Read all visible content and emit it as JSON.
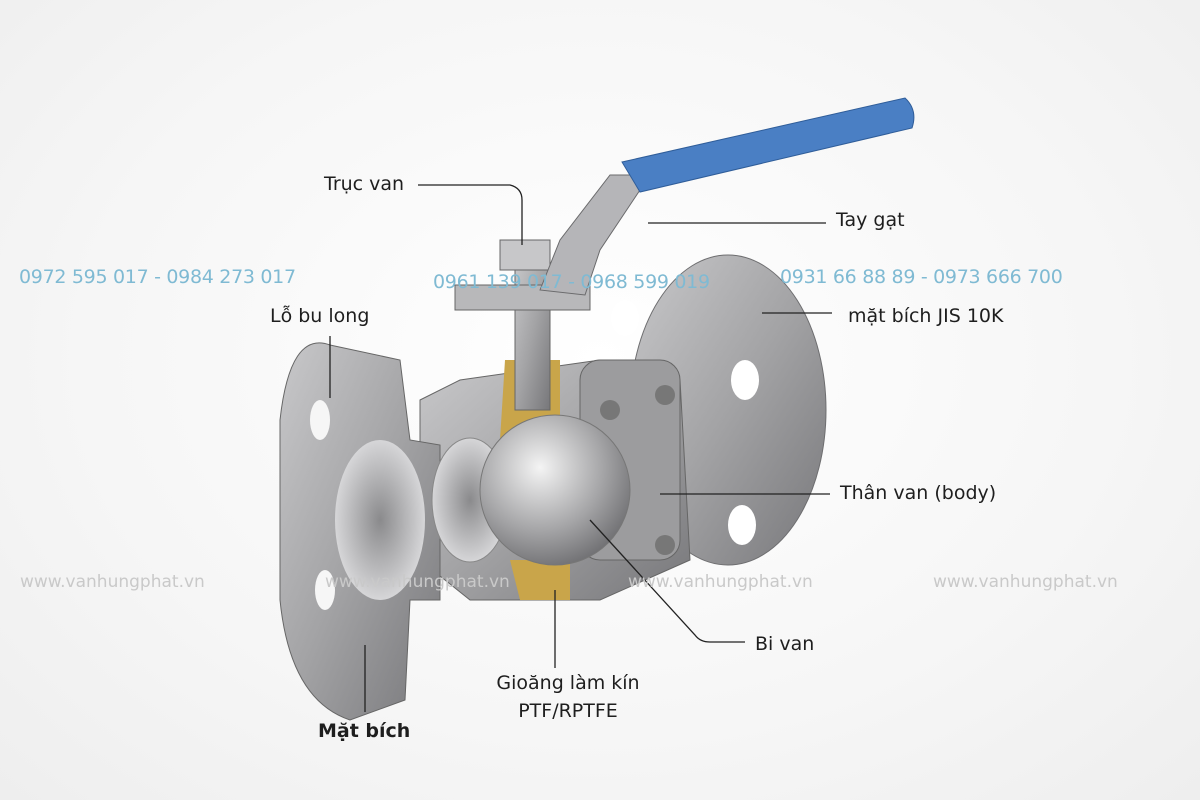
{
  "labels": {
    "stem": "Trục van",
    "handle": "Tay gạt",
    "bolt_hole": "Lỗ bu long",
    "flange_jis": "mặt bích JIS 10K",
    "body": "Thân van (body)",
    "ball": "Bi van",
    "seal_line1": "Gioăng làm kín",
    "seal_line2": "PTF/RPTFE",
    "flange": "Mặt bích"
  },
  "phones": [
    "0972 595 017 - 0984 273 017",
    "0961 139 017 - 0968 599 019",
    "0931 66 88 89 - 0973 666 700"
  ],
  "watermarks": [
    "www.vanhungphat.vn",
    "www.vanhungphat.vn",
    "www.vanhungphat.vn",
    "www.vanhungphat.vn"
  ],
  "colors": {
    "handle": "#4a7fc4",
    "steel": "#a9a9ab",
    "seal": "#c9a54a",
    "phone": "#7fbad3"
  }
}
